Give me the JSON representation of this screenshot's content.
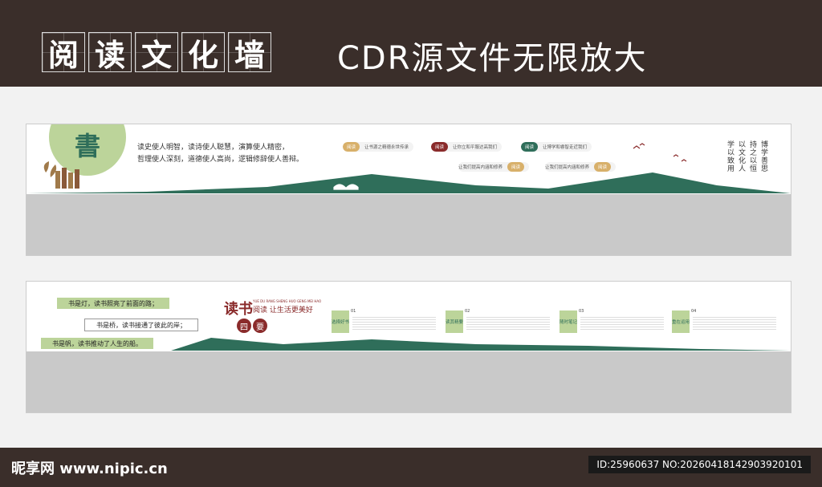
{
  "header": {
    "title_chars": [
      "阅",
      "读",
      "文",
      "化",
      "墙"
    ],
    "subtitle": "CDR源文件无限放大"
  },
  "panel1": {
    "badge_char": "書",
    "quote_line1": "读史使人明智，读诗使人聪慧，演算使人精密，",
    "quote_line2": "哲理使人深刻，道德使人高尚，逻辑修辞使人善辩。",
    "pills": [
      {
        "tag": "阅读",
        "text": "让书源之精德永世传承",
        "color": "#d8b06a"
      },
      {
        "tag": "阅读",
        "text": "让你立和平服达高我们",
        "color": "#8a2b2b"
      },
      {
        "tag": "阅读",
        "text": "让博学和睿智走近我们",
        "color": "#2f6e5a"
      },
      {
        "tag": "阅读",
        "text": "让我们提高内涵和修养",
        "color": "#d8b06a"
      },
      {
        "tag": "阅读",
        "text": "让我们提高内涵和修养",
        "color": "#d8b06a"
      }
    ],
    "vertical_lines": [
      "学以致用",
      "以文化人",
      "持之以恒",
      "博学善思"
    ]
  },
  "panel2": {
    "labels": [
      "书是灯，读书照亮了前面的路；",
      "书是桥，读书接通了彼此的岸；",
      "书是帆，读书推动了人生的船。"
    ],
    "heading": "读书",
    "pinyin": "YUE DU RANG SHENG HUO GENG MEI HAO",
    "slogan": "阅读 让生活更美好",
    "circles": [
      "四",
      "要"
    ],
    "cards": [
      {
        "label": "选择好书",
        "num": "01"
      },
      {
        "label": "读其精要",
        "num": "02"
      },
      {
        "label": "随时笔记",
        "num": "03"
      },
      {
        "label": "重在运用",
        "num": "04"
      }
    ]
  },
  "footer": {
    "brand": "昵享网 www.nipic.cn",
    "id_text": "ID:25960637 NO:20260418142903920101"
  },
  "colors": {
    "green": "#2f6e5a",
    "light_green": "#bcd49a",
    "red": "#8a2b2b",
    "dark": "#3a2e2a"
  }
}
